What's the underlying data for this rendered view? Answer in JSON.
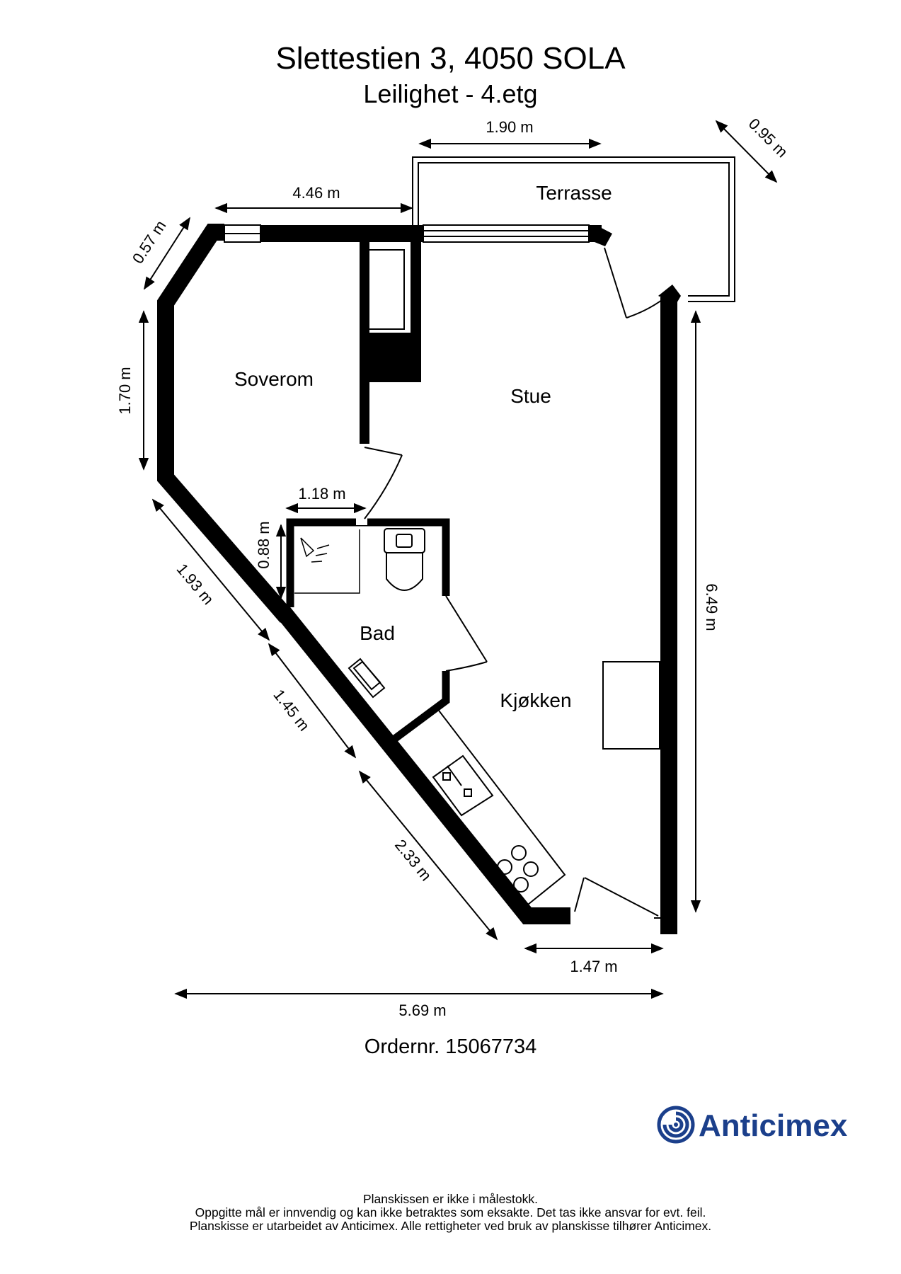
{
  "header": {
    "address": "Slettestien 3, 4050 SOLA",
    "subtitle": "Leilighet  - 4.etg"
  },
  "rooms": {
    "terrace": "Terrasse",
    "bedroom": "Soverom",
    "living": "Stue",
    "bath": "Bad",
    "kitchen": "Kjøkken"
  },
  "dimensions": {
    "terrace_width": "1.90 m",
    "terrace_depth": "0.95 m",
    "top_wall": "4.46 m",
    "corner_diag": "0.57 m",
    "left_wall": "1.70 m",
    "diag_upper": "1.93 m",
    "bath_width": "1.18 m",
    "bath_shower": "0.88 m",
    "diag_middle": "1.45 m",
    "diag_lower": "2.33 m",
    "right_wall": "6.49 m",
    "bottom_wall": "1.47 m",
    "total_width": "5.69 m"
  },
  "order": "Ordernr. 15067734",
  "brand": {
    "name": "Anticimex",
    "color": "#1b3f8b"
  },
  "footer": {
    "line1": "Planskissen er ikke i målestokk.",
    "line2": "Oppgitte mål er innvendig og kan ikke betraktes som eksakte. Det tas ikke ansvar for evt. feil.",
    "line3": "Planskisse er utarbeidet av Anticimex. Alle rettigheter ved bruk av planskisse tilhører Anticimex."
  }
}
